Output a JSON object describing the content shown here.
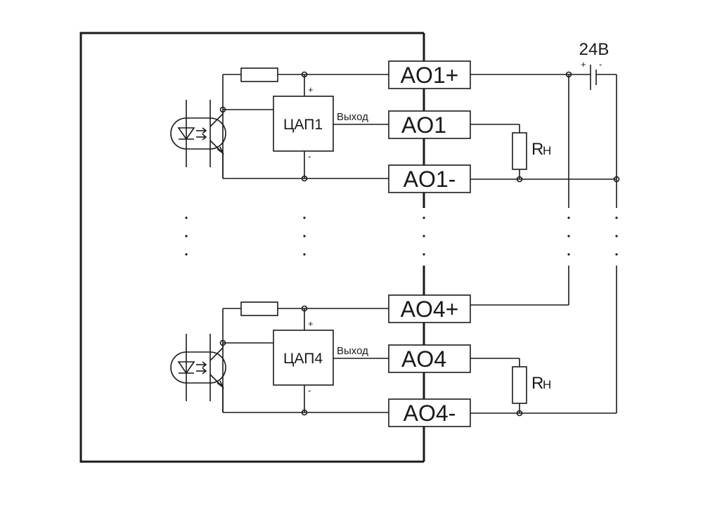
{
  "supply": {
    "voltage": "24В",
    "plus": "+",
    "minus": "-"
  },
  "channels": [
    {
      "dac": "ЦАП1",
      "out": "Выход",
      "plus": "+",
      "minus": "-",
      "t_plus": "AO1+",
      "t_out": "AO1",
      "t_minus": "AO1-",
      "load": "R",
      "load_sub": "Н"
    },
    {
      "dac": "ЦАП4",
      "out": "Выход",
      "plus": "+",
      "minus": "-",
      "t_plus": "AO4+",
      "t_out": "AO4",
      "t_minus": "AO4-",
      "load": "R",
      "load_sub": "Н"
    }
  ],
  "colors": {
    "line": "#1a1a1a",
    "background": "#ffffff"
  }
}
